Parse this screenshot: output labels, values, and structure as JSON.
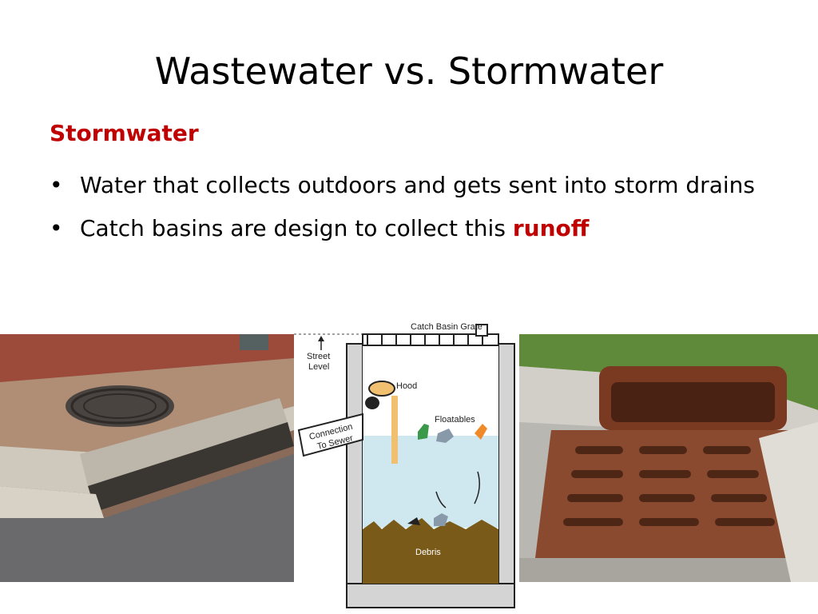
{
  "slide": {
    "title": "Wastewater vs. Stormwater",
    "subheading": "Stormwater",
    "bullet_symbol": "•",
    "bullets": [
      {
        "text": "Water that collects outdoors and gets sent into storm drains"
      },
      {
        "text": "Catch basins are design to collect this ",
        "emphasis": "runoff"
      }
    ]
  },
  "diagram": {
    "labels": {
      "grate": "Catch Basin Grate",
      "street_level_1": "Street",
      "street_level_2": "Level",
      "hood": "Hood",
      "floatables": "Floatables",
      "connection_1": "Connection",
      "connection_2": "To Sewer",
      "debris": "Debris"
    }
  },
  "colors": {
    "accent": "#c00000",
    "water": "#cfe8f0",
    "debris": "#7a5a18",
    "basin_wall": "#d4d4d4",
    "hood_pipe": "#f0c070"
  }
}
